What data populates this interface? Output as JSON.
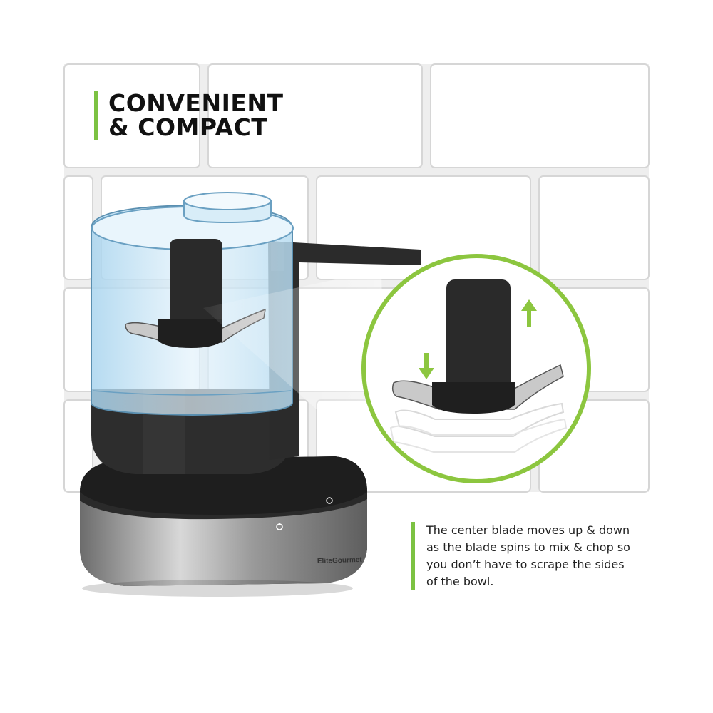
{
  "headline": {
    "line1": "CONVENIENT",
    "line2": "& COMPACT"
  },
  "caption": {
    "line1": "The center blade moves up & down",
    "line2": "as the blade spins to mix & chop so",
    "line3": "you don’t have to scrape the sides",
    "line4": "of the bowl."
  },
  "brand_mark": "EliteGourmet",
  "icons": [
    "arrow-up-icon",
    "arrow-down-icon",
    "power-icon"
  ],
  "colors": {
    "accent": "#7cc242",
    "appliance_body": "#2a2a2a",
    "bowl_tint": "#cde6f5",
    "steel_band": "#9a9a9a",
    "tile_grout": "#dcdcdc"
  }
}
